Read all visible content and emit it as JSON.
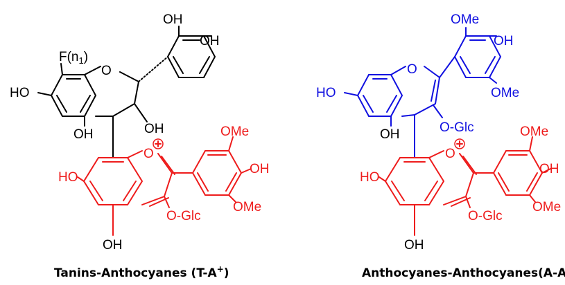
{
  "colors": {
    "tannin": "#000000",
    "anthocyanin": "#ee1c1c",
    "anthocyanin_top": "#1010e0"
  },
  "structures": [
    {
      "caption": "Tanins-Anthocyanes (T-A",
      "caption_sup": "+",
      "caption_close": ")",
      "labels": {
        "oh_top1": "OH",
        "oh_top2": "OH",
        "f": "F(n",
        "f_sub": "1",
        "f_close": ")",
        "ho_left": "HO",
        "o_ring": "O",
        "oh_c3": "OH",
        "oh_c5": "OH",
        "ome_top": "OMe",
        "oh_b4": "OH",
        "ome_b": "OMe",
        "ho_a": "HO",
        "o_plus": "O",
        "o_glc": "O-Glc",
        "oh_bottom": "OH"
      }
    },
    {
      "caption": "Anthocyanes-Anthocyanes(A-A",
      "caption_sup": "+",
      "caption_close": ")",
      "labels": {
        "ome_top": "OMe",
        "oh_top": "OH",
        "ome_top2": "OMe",
        "ho_left": "HO",
        "o_ring": "O",
        "o_glc_top": "O-Glc",
        "oh_c5": "OH",
        "ome_b": "OMe",
        "oh_b4": "OH",
        "ome_b2": "OMe",
        "ho_a": "HO",
        "o_plus": "O",
        "o_glc": "O-Glc",
        "oh_bottom": "OH"
      }
    }
  ]
}
